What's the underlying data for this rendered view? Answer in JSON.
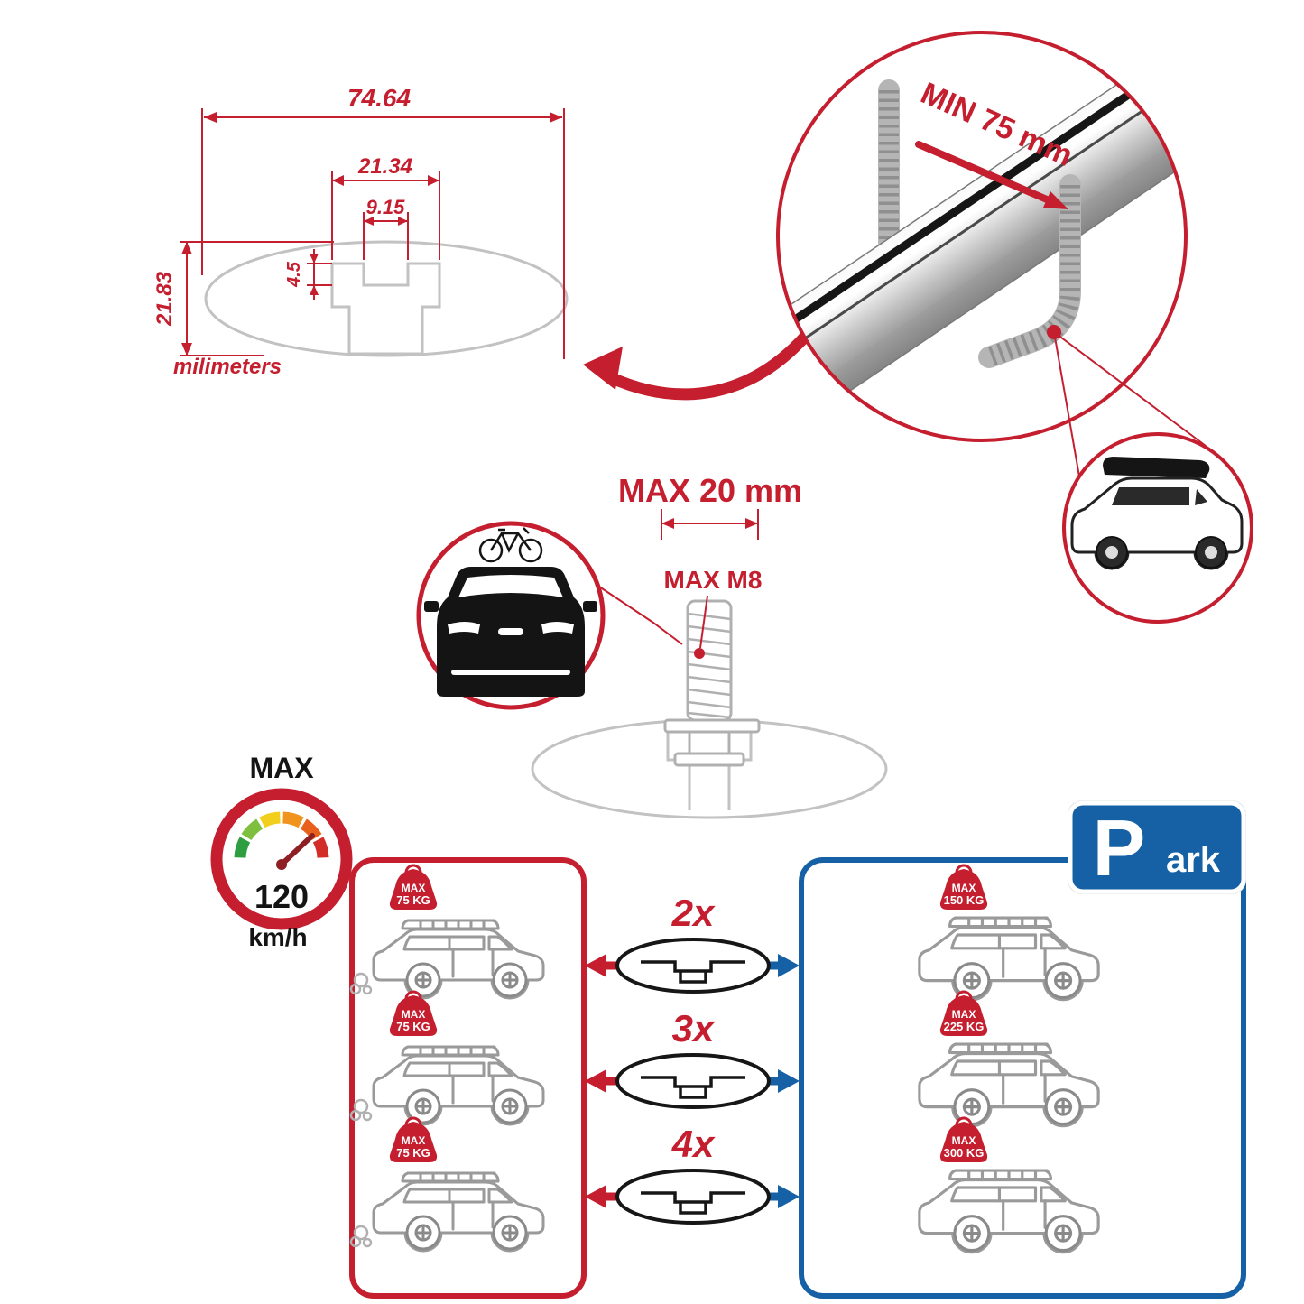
{
  "colors": {
    "accent_red": "#c41e2f",
    "accent_blue": "#1660a5",
    "line_gray": "#c2c2c2",
    "ink": "#141414"
  },
  "cross_section": {
    "width_outer_mm": "74.64",
    "width_mid_mm": "21.34",
    "slot_width_mm": "9.15",
    "slot_depth_mm": "4.5",
    "height_mm": "21.83",
    "units_label": "milimeters"
  },
  "clamp_detail": {
    "min_clearance_label": "MIN 75 mm"
  },
  "bolt_detail": {
    "max_width_label": "MAX 20 mm",
    "max_thread_label": "MAX M8"
  },
  "speed_gauge": {
    "title": "MAX",
    "speed_value": "120",
    "speed_units": "km/h"
  },
  "left_panel": {
    "rows": [
      {
        "tag_title": "MAX",
        "tag_value": "75 KG"
      },
      {
        "tag_title": "MAX",
        "tag_value": "75 KG"
      },
      {
        "tag_title": "MAX",
        "tag_value": "75 KG"
      }
    ]
  },
  "bar_multipliers": [
    {
      "label": "2x"
    },
    {
      "label": "3x"
    },
    {
      "label": "4x"
    }
  ],
  "right_panel": {
    "rows": [
      {
        "tag_title": "MAX",
        "tag_value": "150 KG"
      },
      {
        "tag_title": "MAX",
        "tag_value": "225 KG"
      },
      {
        "tag_title": "MAX",
        "tag_value": "300 KG"
      }
    ]
  },
  "park_sign": {
    "letter": "P",
    "suffix": "ark"
  }
}
